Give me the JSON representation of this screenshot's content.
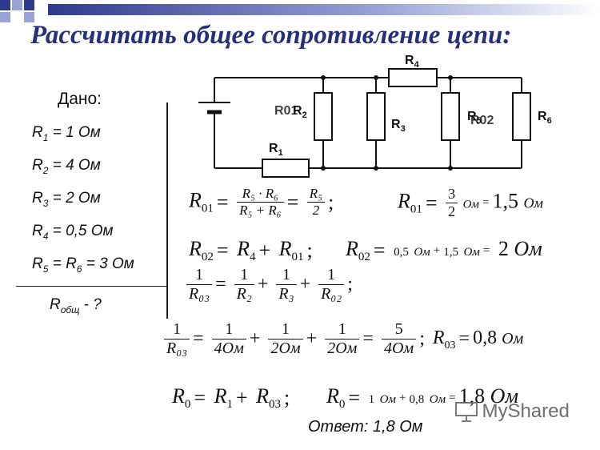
{
  "title": "Рассчитать общее сопротивление цепи:",
  "given": {
    "header": "Дано:",
    "lines": [
      {
        "sym": "R",
        "sub": "1",
        "rest": " = 1 Ом"
      },
      {
        "sym": "R",
        "sub": "2",
        "rest": " = 4 Ом"
      },
      {
        "sym": "R",
        "sub": "3",
        "rest": " = 2 Ом"
      },
      {
        "sym": "R",
        "sub": "4",
        "rest": " = 0,5 Ом"
      }
    ],
    "line5": {
      "sym": "R",
      "sub": "5",
      "mid": " = R",
      "sub2": "6",
      "rest": " = 3 Ом"
    },
    "find": {
      "sym": "R",
      "sub": "общ",
      "rest": " - ?"
    }
  },
  "circuit": {
    "labels": [
      "R",
      "R",
      "R",
      "R",
      "R",
      "R"
    ],
    "subs": [
      "4",
      "2",
      "3",
      "1",
      "6",
      "5"
    ],
    "overlap_labels": [
      "R01",
      "R02"
    ]
  },
  "equations": {
    "e1": {
      "lhs": "R",
      "lhs_sub": "01",
      "n1": "R₅ · R₆",
      "d1": "R₅ + R₆",
      "n2": "R₅",
      "d2": "2"
    },
    "e2": {
      "lhs": "R",
      "lhs_sub": "01",
      "num": "3",
      "den": "2",
      "unit_mid": "Ом",
      "value": "1,5",
      "unit": "Ом"
    },
    "e3": {
      "lhs": "R",
      "lhs_sub": "02",
      "t1": "R",
      "t1_sub": "4",
      "t2": "R",
      "t2_sub": "01"
    },
    "e4": {
      "lhs": "R",
      "lhs_sub": "02",
      "a": "0,5",
      "u1": "Ом",
      "b": "1,5",
      "u2": "Ом",
      "result": "2",
      "unit": "Ом"
    },
    "e5": {
      "one": "1",
      "r03": "R₀₃",
      "r2": "R₂",
      "r3": "R₃",
      "r02": "R₀₂"
    },
    "e6": {
      "one": "1",
      "r03": "R₀₃",
      "d1": "4Ом",
      "d2": "2Ом",
      "d3": "2Ом",
      "n4": "5",
      "d4": "4Ом",
      "lhs2": "R",
      "lhs2_sub": "03",
      "value": "0,8",
      "unit": "Ом"
    },
    "e7": {
      "lhs": "R",
      "lhs_sub": "0",
      "t1": "R",
      "t1_sub": "1",
      "t2": "R",
      "t2_sub": "03"
    },
    "e8": {
      "lhs": "R",
      "lhs_sub": "0",
      "a": "1",
      "u1": "Ом",
      "b": "0,8",
      "u2": "Ом",
      "result": "1,8",
      "unit": "Ом"
    }
  },
  "answer": "Ответ: 1,8 Ом",
  "logo": "MyShared",
  "colors": {
    "title": "#26307a",
    "deco_dark": "#2e3a8c",
    "deco_light": "#9aa3d6"
  }
}
